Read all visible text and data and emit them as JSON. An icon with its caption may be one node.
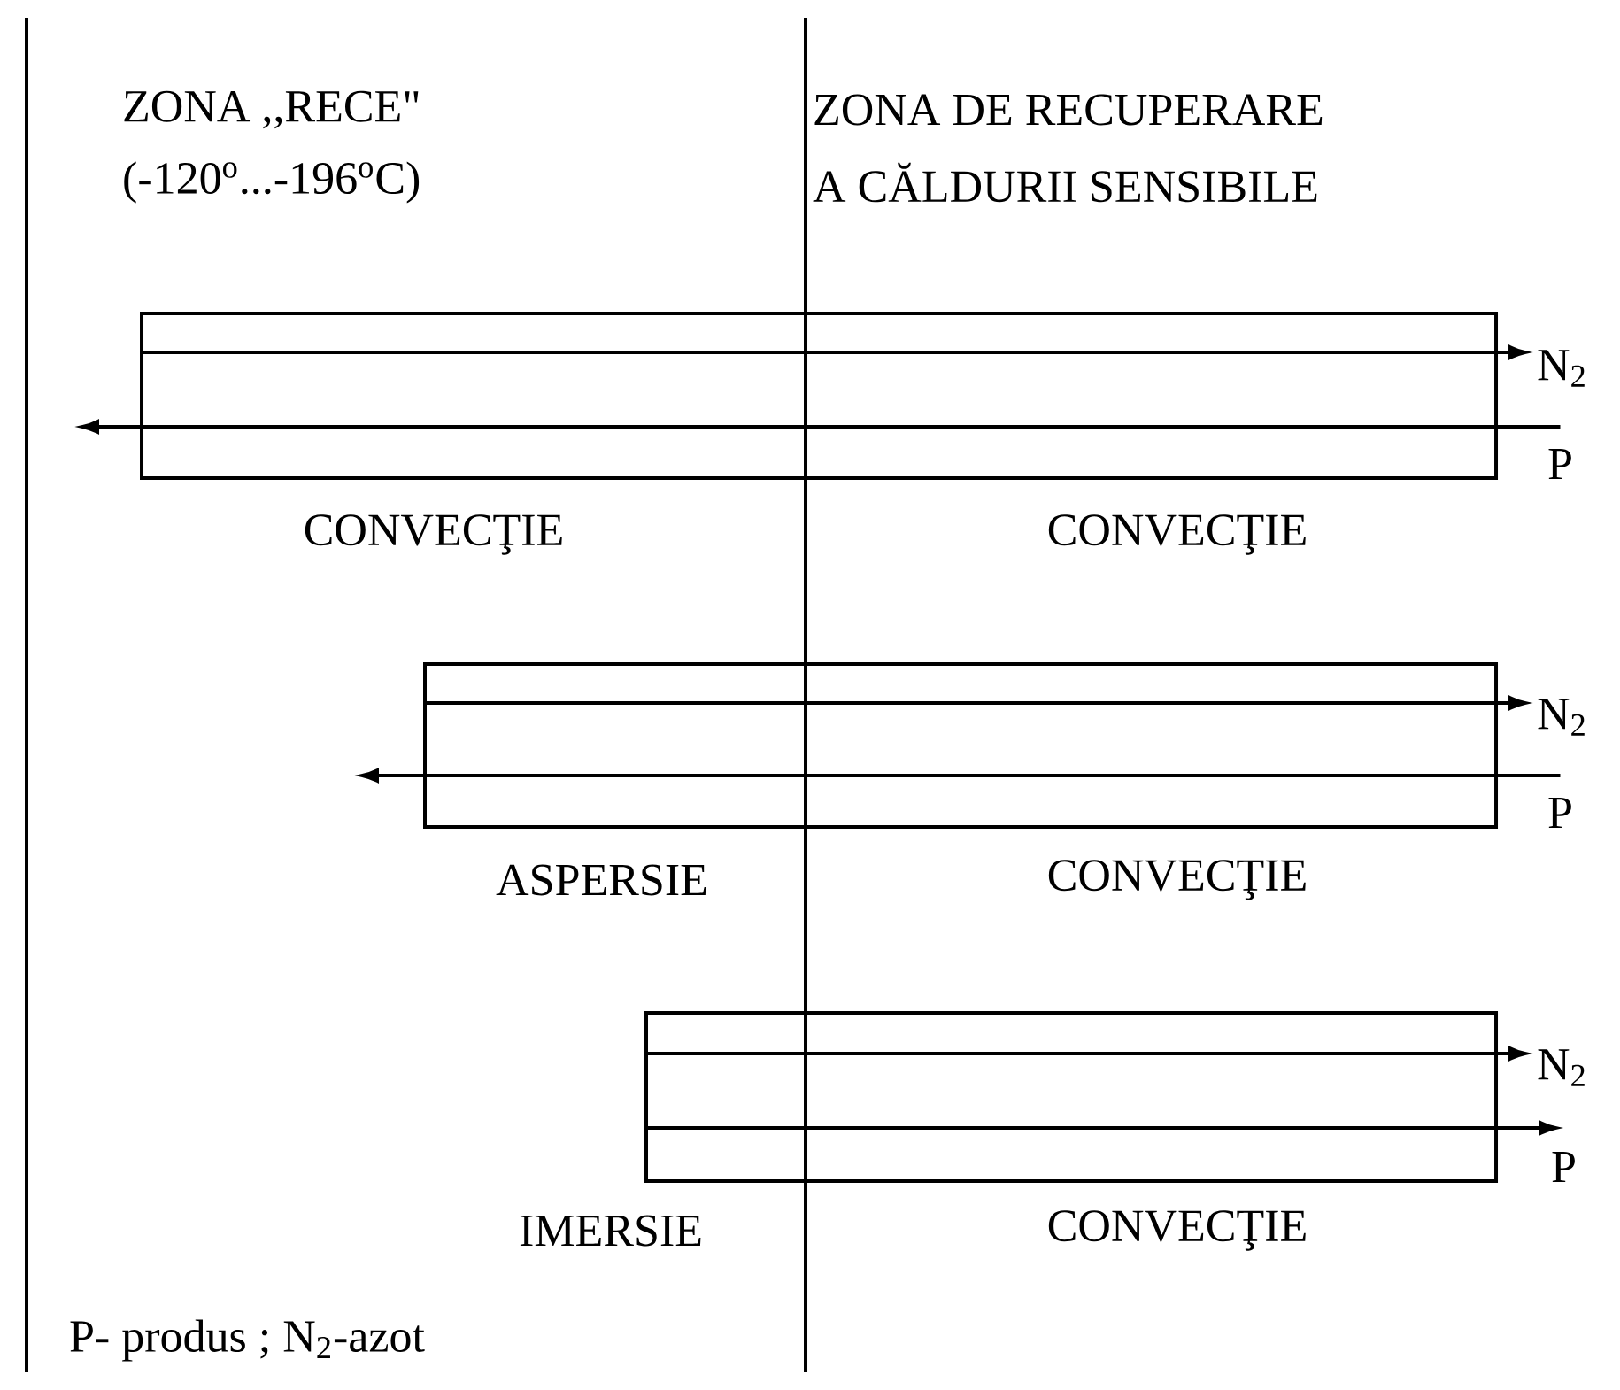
{
  "diagram": {
    "nodes": [
      {
        "text": [],
        "shape": "box"
      },
      {
        "text": [
          "N$_{2}$"
        ]
      },
      {
        "text": [
          "P"
        ]
      },
      {
        "text": [],
        "shape": "box"
      },
      {
        "text": [
          "N$_{2}$"
        ]
      },
      {
        "text": [
          "P"
        ]
      },
      {
        "text": [],
        "shape": "box"
      },
      {
        "text": [
          "N$_{2}$"
        ]
      },
      {
        "text": [
          "P"
        ]
      }
    ],
    "edges": [
      {
        "from": 0,
        "to": 1,
        "arrow": "to"
      },
      {
        "from": 2,
        "to": null,
        "arrow": "to"
      },
      {
        "from": 3,
        "to": 4,
        "arrow": "to"
      },
      {
        "from": 5,
        "to": null,
        "arrow": "to"
      },
      {
        "from": 6,
        "to": 7,
        "arrow": "to"
      },
      {
        "from": 6,
        "to": 8,
        "arrow": "to"
      }
    ],
    "labels": [
      "ZONA ,,RECE\"",
      "(-120$^{o}$...-196$^{o}$C)",
      "ZONA DE RECUPERARE",
      "A CĂLDURII SENSIBILE",
      "CONVECŢIE",
      "CONVECŢIE",
      "ASPERSIE",
      "CONVECŢIE",
      "IMERSIE",
      "CONVECŢIE",
      "P- produs ; N$_{2}$-azot"
    ]
  }
}
